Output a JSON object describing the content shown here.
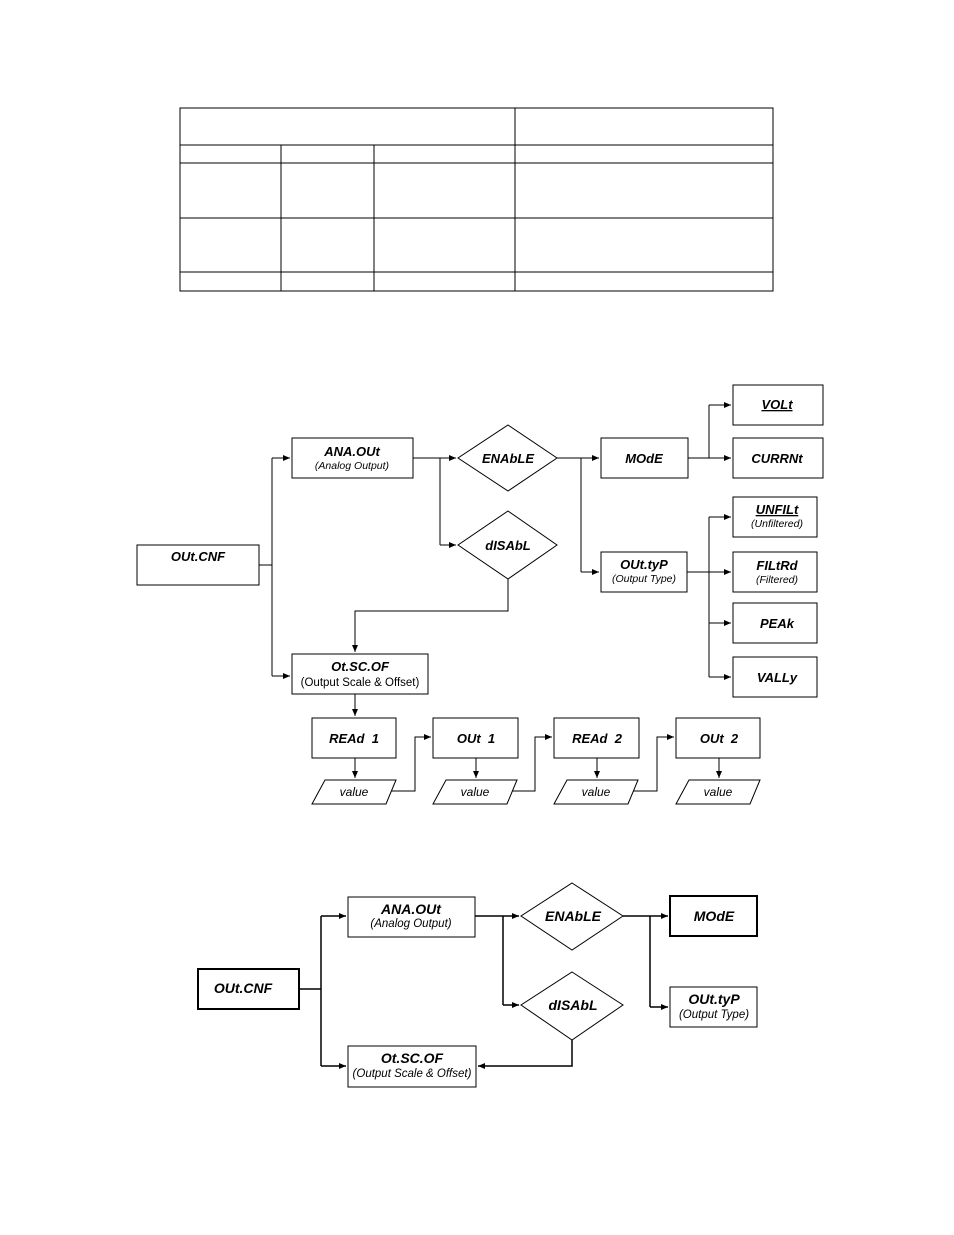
{
  "diagram_top": {
    "out_cnf": "OUt.CNF",
    "ana_out": {
      "title": "ANA.OUt",
      "subtitle": "(Analog Output)"
    },
    "enable": "ENAbLE",
    "disable": "dISAbL",
    "mode": "MOdE",
    "out_typ": {
      "title": "OUt.tyP",
      "subtitle": "(Output Type)"
    },
    "volt": "VOLt",
    "currnt": "CURRNt",
    "unfilt": {
      "title": "UNFILt",
      "subtitle": "(Unfiltered)"
    },
    "filtrd": {
      "title": "FILtRd",
      "subtitle": "(Filtered)"
    },
    "peak": "PEAk",
    "vally": "VALLy",
    "ot_sc_of": {
      "title": "Ot.SC.OF",
      "subtitle": "(Output Scale & Offset)"
    },
    "read1": "REAd  1",
    "out1": "OUt  1",
    "read2": "REAd  2",
    "out2": "OUt  2",
    "value": "value"
  },
  "diagram_bottom": {
    "out_cnf": "OUt.CNF",
    "ana_out": {
      "title": "ANA.OUt",
      "subtitle": "(Analog Output)"
    },
    "enable": "ENAbLE",
    "disable": "dISAbL",
    "mode": "MOdE",
    "out_typ": {
      "title": "OUt.tyP",
      "subtitle": "(Output Type)"
    },
    "ot_sc_of": {
      "title": "Ot.SC.OF",
      "subtitle": "(Output Scale & Offset)"
    }
  }
}
